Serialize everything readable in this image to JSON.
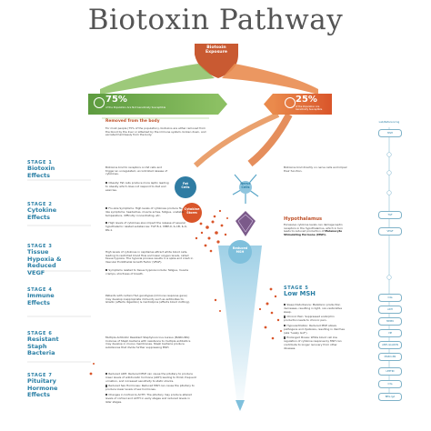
{
  "title": "Biotoxin Pathway",
  "exposure_label": "Biotoxin Exposure",
  "left_pct": "75%",
  "left_pct_sub": "of the Population Are Not Genetically Susceptible",
  "right_pct": "25%",
  "right_pct_sub": "of the Population Are Genetically Susceptible",
  "removed_header": "Removed from the body",
  "removed_text": "For most people (75% of the population), biotoxins are either removed from the blood by the liver or attacked by the immune system, broken down, and excreted harmlessly from the body.",
  "infographic_label": "Lab/Referencing",
  "stages": [
    {
      "num": "STAGE 1",
      "name": [
        "Biotoxin",
        "Effects"
      ]
    },
    {
      "num": "STAGE 2",
      "name": [
        "Cytokine",
        "Effects"
      ]
    },
    {
      "num": "STAGE 3",
      "name": [
        "Tissue",
        "Hypoxia &",
        "Reduced",
        "VEGF"
      ]
    },
    {
      "num": "STAGE 4",
      "name": [
        "Immune",
        "Effects"
      ]
    },
    {
      "num": "STAGE 6",
      "name": [
        "Resistant",
        "Staph",
        "Bacteria"
      ]
    },
    {
      "num": "STAGE 7",
      "name": [
        "Pituitary",
        "Hormone",
        "Effects"
      ]
    }
  ],
  "stage1_left": "Biotoxins bind to receptors on fat cells and trigger an unregulated, uncontrolled release of cytokines.",
  "stage1_bullet": "Obesity: Fat cells produce more leptin leading to obesity which does not respond to diet and exercise.",
  "stage1_right": "Biotoxins bind directly on nerve cells and impair their function.",
  "cell_fat": [
    "Fat",
    "Cells"
  ],
  "cell_nerve": [
    "Nerve",
    "Cells"
  ],
  "cytokine_storm": [
    "Cytokine",
    "Storm"
  ],
  "stage2_text1": "Flu-Like Symptoms: High levels of cytokines produce flu-like symptoms: headaches, muscle aches, fatigue, unstable temperature, difficulty concentrating, etc.",
  "stage2_text2": "High levels of cytokines also impact the release of several hypothalamic related substances: TGF B-1, MMP-9, IL-1B, IL-6, PAI-1.",
  "hypothalamus_header": "Hypothalamus",
  "hypothalamus_text": "Excessive cytokine levels can damage leptin receptors in the hypothalamus, which in turn leads to reduced production of",
  "hypothalamus_bold": "Melanocyte Stimulating Hormone (MSH).",
  "reduced_msh": [
    "Reduced",
    "MSH"
  ],
  "stage3_text": "High levels of cytokines in capillaries attract white blood cells, leading to restricted blood flow and lower oxygen levels, called tissue hypoxia. The hypoxia process results in a spike and crash in Vascular Endothelial Growth Factor (VEGF).",
  "stage3_bullet": "Symptoms related to tissue hypoxia include: fatigue, muscle cramps, shortness of breath.",
  "stage4_text": "Patients with certain HLA genotypes (immune response gene) may develop inappropriate immunity such as antibodies to: Gliadin (affects digestion) & Cardiolipins (affects blood clotting).",
  "stage5_num": "STAGE 5",
  "stage5_name": "Low MSH",
  "stage5_bullets": [
    "Sleep Disturbance: Melatonin production decreases, resulting in light, non-restorative sleep.",
    "Chronic Pain: Suppressed endorphin production leads to chronic pain.",
    "Hypoventilation: Reduced MSH allows pathogens and dysbiosis, resulting in diarrhea (aka \"Leaky Gut\").",
    "Prolonged Illness: White blood cell low regulation of cytokine response by MSH can contribute to longer recovery from other illnesses."
  ],
  "stage6_text": "Multiple Antibiotic Resistant Staphylococcus Aureus (MARCoNS): Colonies of Staph bacteria with resistance to multiple antibiotics may develop in mucus membranes. Staph bacteria produce substances that divide further suppressing MSH.",
  "stage7_bullets": [
    "Reduced ADH: Reduced MSH can cause the pituitary to produce lower levels of antidiuretic hormone (ADH) leading to thirst, frequent urination, and increased sensitivity to static shocks.",
    "Reduced Sex Hormones: Reduced MSH can cause the pituitary to produce lower levels of sex hormones.",
    "Changes in Cortisol & ACTH: The pituitary may produce altered levels of cortisol and ACTH in early stages and reduced levels in later stages."
  ],
  "pills": [
    "MSH",
    "TGF",
    "VEGF",
    "C4a",
    "ADH",
    "MMP9",
    "VIP",
    "ANTI-GLIADIN",
    "MARCoNS",
    "LEPTIN",
    "C3a",
    "BEG-IgA"
  ],
  "colors": {
    "green": "#6aa84f",
    "orange": "#e06a33",
    "blue": "#2a7fa5",
    "light_blue": "#b9dcec"
  }
}
